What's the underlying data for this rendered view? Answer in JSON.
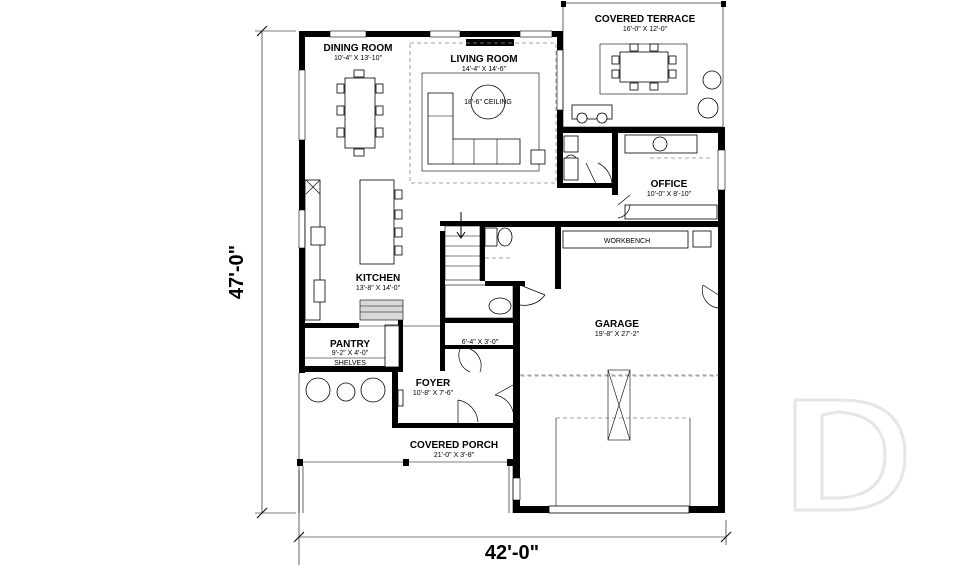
{
  "plan": {
    "dimensions": {
      "overall_depth": "47'-0\"",
      "overall_width": "42'-0\""
    },
    "rooms": {
      "dining_room": {
        "name": "DINING ROOM",
        "size": "10'-4\" X 13'-10\""
      },
      "living_room": {
        "name": "LIVING ROOM",
        "size": "14'-4\" X 14'-6\"",
        "note": "18'-6\" CEILING"
      },
      "covered_terrace": {
        "name": "COVERED TERRACE",
        "size": "16'-0\" X 12'-0\""
      },
      "office": {
        "name": "OFFICE",
        "size": "10'-0\" X 8'-10\""
      },
      "kitchen": {
        "name": "KITCHEN",
        "size": "13'-8\" X 14'-0\""
      },
      "pantry": {
        "name": "PANTRY",
        "size": "9'-2\" X 4'-0\"",
        "note": "SHELVES"
      },
      "closet": {
        "size": "6'-4\" X 3'-0\""
      },
      "foyer": {
        "name": "FOYER",
        "size": "10'-8\" X 7'-6\""
      },
      "covered_porch": {
        "name": "COVERED PORCH",
        "size": "21'-0\" X 3'-8\""
      },
      "garage": {
        "name": "GARAGE",
        "size": "19'-8\" X 27'-2\"",
        "note": "WORKBENCH"
      }
    }
  }
}
